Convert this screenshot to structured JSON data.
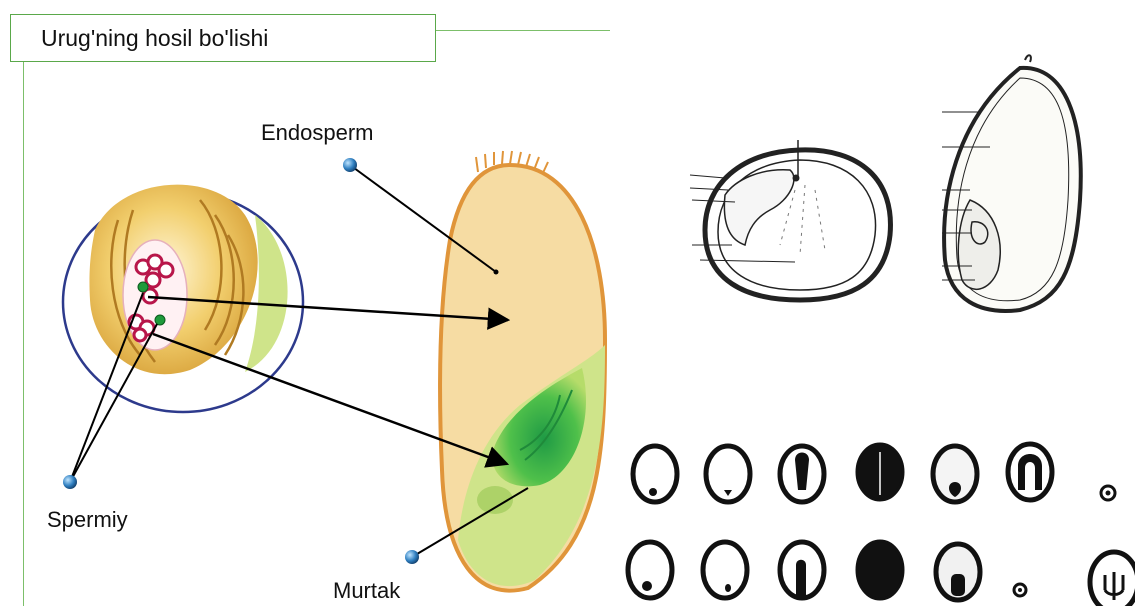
{
  "title": "Urug'ning hosil bo'lishi",
  "labels": {
    "endosperm": "Endosperm",
    "spermiy": "Spermiy",
    "murtak": "Murtak"
  },
  "colors": {
    "frame_green": "#5aa84a",
    "seed_fill": "#f6dca3",
    "seed_border": "#e0953a",
    "embryo_green": "#3fae3a",
    "circle_border": "#2d3a8c",
    "dot_blue": "#2f7fc0"
  }
}
